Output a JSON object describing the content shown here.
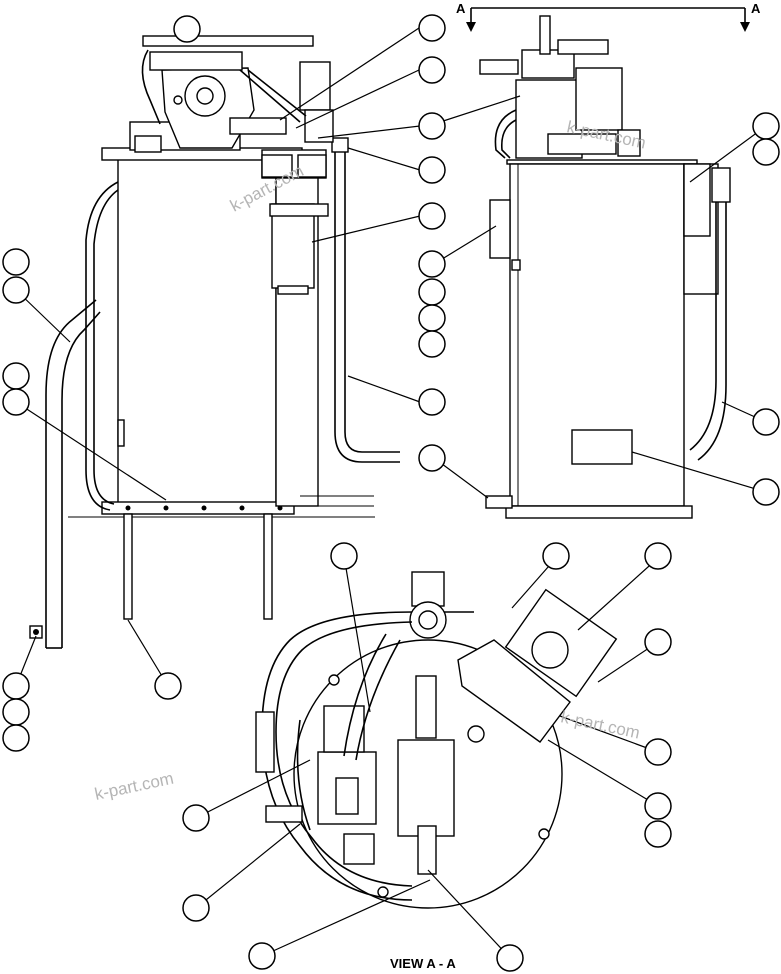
{
  "diagram": {
    "section_marker_left": "A",
    "section_marker_right": "A",
    "view_caption": "VIEW A - A",
    "watermarks": [
      "k-part.com",
      "k-part.com",
      "k-part.com",
      "k-part.com"
    ]
  }
}
